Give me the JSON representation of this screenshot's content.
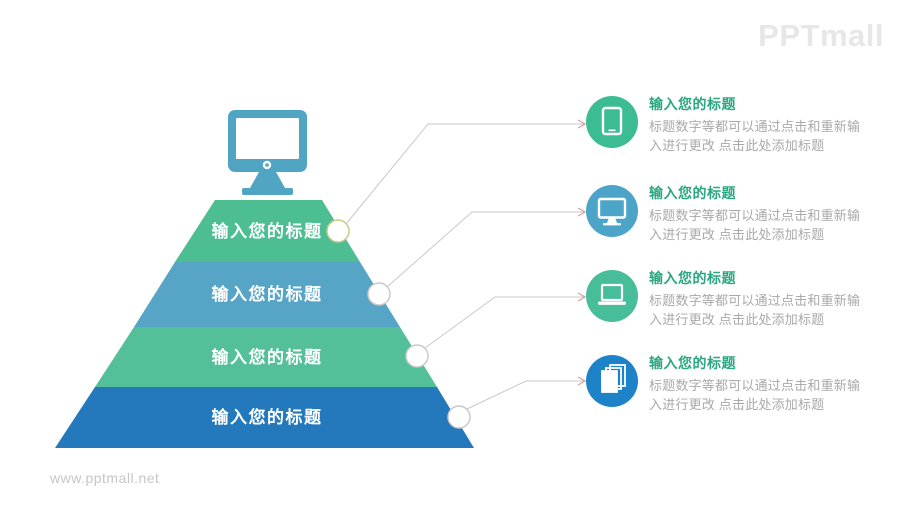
{
  "brand": {
    "logo_text": "PPTmall",
    "watermark": "www.pptmall.net"
  },
  "colors": {
    "connector_line": "#C9C9C9",
    "arrowhead": "#DB9C9C",
    "node_fill": "#FFFFFF",
    "node_border_first": "#CBC98B",
    "node_border": "#C9C9C9",
    "monitor_icon": "#4FA5C2",
    "item_title_green": "#2BA783",
    "item_desc_gray": "#A9A9A9",
    "logo_gray": "#E7E7E7",
    "watermark_gray": "#C6C6C6",
    "layer_text": "#FFFFFF"
  },
  "pyramid": {
    "layers": [
      {
        "label": "输入您的标题",
        "color": "#4CBE92"
      },
      {
        "label": "输入您的标题",
        "color": "#57A5C6"
      },
      {
        "label": "输入您的标题",
        "color": "#53C09A"
      },
      {
        "label": "输入您的标题",
        "color": "#2379BB"
      }
    ]
  },
  "items": [
    {
      "icon": "tablet-icon",
      "circle_color": "#3CBC92",
      "title": "输入您的标题",
      "desc": "标题数字等都可以通过点击和重新输入进行更改 点击此处添加标题"
    },
    {
      "icon": "monitor-icon",
      "circle_color": "#4CA5C8",
      "title": "输入您的标题",
      "desc": "标题数字等都可以通过点击和重新输入进行更改 点击此处添加标题"
    },
    {
      "icon": "laptop-icon",
      "circle_color": "#47BE99",
      "title": "输入您的标题",
      "desc": "标题数字等都可以通过点击和重新输入进行更改 点击此处添加标题"
    },
    {
      "icon": "documents-icon",
      "circle_color": "#1E82C8",
      "title": "输入您的标题",
      "desc": "标题数字等都可以通过点击和重新输入进行更改 点击此处添加标题"
    }
  ]
}
